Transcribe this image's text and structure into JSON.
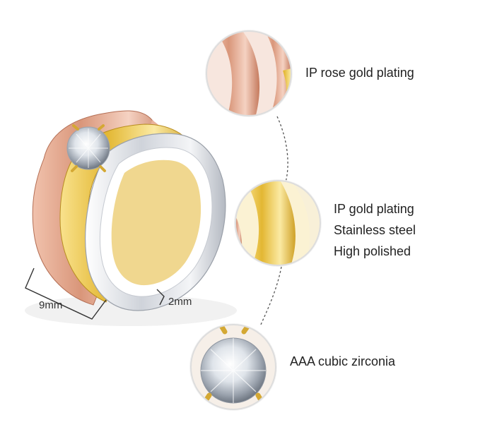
{
  "callouts": {
    "rose_gold": "IP rose gold plating",
    "gold": "IP gold plating",
    "steel": "Stainless steel",
    "polish": "High polished",
    "zirconia": "AAA cubic zirconia"
  },
  "dimensions": {
    "width_total": "9mm",
    "width_band": "2mm"
  },
  "colors": {
    "rose_gold": "#d9967a",
    "gold": "#e8c24a",
    "silver": "#e4e6ea",
    "text": "#222222"
  }
}
